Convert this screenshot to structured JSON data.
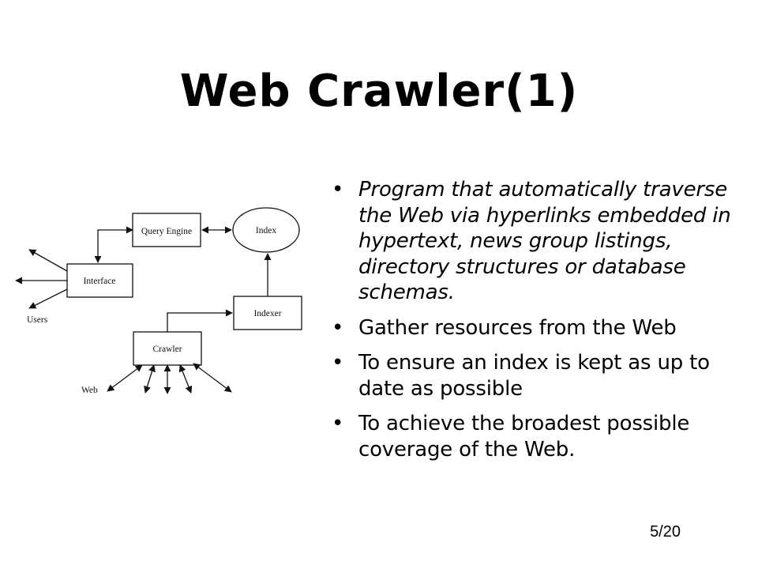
{
  "slide": {
    "title": "Web Crawler(1)",
    "page_number": "5/20"
  },
  "diagram": {
    "nodes": {
      "query_engine": "Query Engine",
      "index": "Index",
      "interface": "Interface",
      "indexer": "Indexer",
      "crawler": "Crawler"
    },
    "labels": {
      "users": "Users",
      "web": "Web"
    }
  },
  "bullets": [
    {
      "text": "Program that automatically traverse the Web via hyperlinks embedded in hypertext, news group listings, directory structures or database schemas.",
      "italic": true
    },
    {
      "text": "Gather resources from the Web",
      "italic": false
    },
    {
      "text": "To ensure an index is kept as up to date as possible",
      "italic": false
    },
    {
      "text": "To achieve the broadest possible coverage of the Web.",
      "italic": false
    }
  ],
  "bullet_glyph": "•"
}
